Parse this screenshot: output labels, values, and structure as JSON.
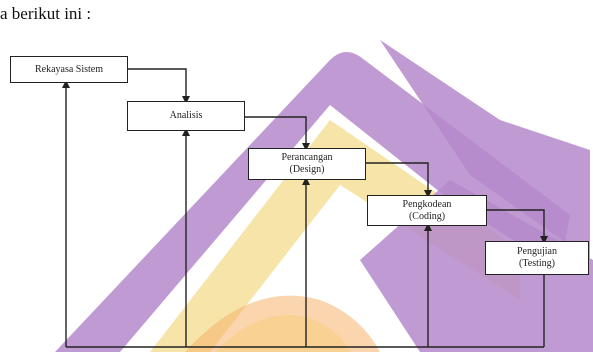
{
  "intro_text": "a berikut ini :",
  "stages": [
    {
      "name": "Rekayasa Sistem"
    },
    {
      "name": "Analisis"
    },
    {
      "name": "Perancangan",
      "sub": "(Design)"
    },
    {
      "name": "Pengkodean",
      "sub": "(Coding)"
    },
    {
      "name": "Pengujian",
      "sub": "(Testing)"
    }
  ],
  "colors": {
    "watermark_purple": "#b58acb",
    "watermark_yellow": "#f5e1a0",
    "watermark_orange": "#f5b36a",
    "line": "#222222"
  }
}
